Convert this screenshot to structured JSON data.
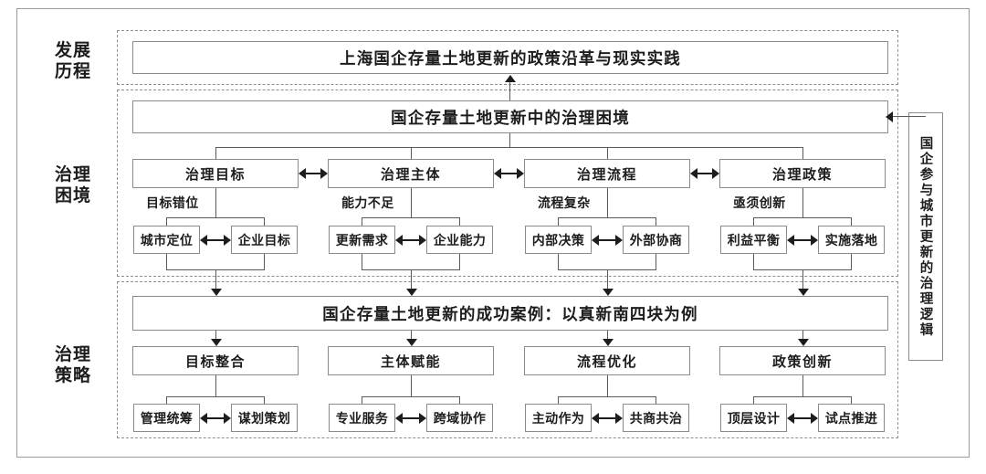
{
  "figure": {
    "stages": [
      {
        "id": "development",
        "label": "发展\n历程"
      },
      {
        "id": "dilemma",
        "label": "治理\n困境"
      },
      {
        "id": "strategy",
        "label": "治理\n策略"
      }
    ],
    "section_titles": {
      "development": "上海国企存量土地更新的政策沿革与现实实践",
      "dilemma": "国企存量土地更新中的治理困境",
      "strategy": "国企存量土地更新的成功案例：以真新南四块为例"
    },
    "dilemma_columns": [
      {
        "category": "治理目标",
        "caption": "目标错位",
        "leaves": [
          "城市定位",
          "企业目标"
        ]
      },
      {
        "category": "治理主体",
        "caption": "能力不足",
        "leaves": [
          "更新需求",
          "企业能力"
        ]
      },
      {
        "category": "治理流程",
        "caption": "流程复杂",
        "leaves": [
          "内部决策",
          "外部协商"
        ]
      },
      {
        "category": "治理政策",
        "caption": "亟须创新",
        "leaves": [
          "利益平衡",
          "实施落地"
        ]
      }
    ],
    "strategy_columns": [
      {
        "category": "目标整合",
        "leaves": [
          "管理统筹",
          "谋划策划"
        ]
      },
      {
        "category": "主体赋能",
        "leaves": [
          "专业服务",
          "跨域协作"
        ]
      },
      {
        "category": "流程优化",
        "leaves": [
          "主动作为",
          "共商共治"
        ]
      },
      {
        "category": "政策创新",
        "leaves": [
          "顶层设计",
          "试点推进"
        ]
      }
    ],
    "side_label": "国企参与城市更新的治理逻辑",
    "colors": {
      "frame": "#9a9a9a",
      "dashed": "#8e8e8e",
      "box_border": "#8b8b8b",
      "text": "#1d1d1d",
      "line": "#5a5a5a",
      "background": "#ffffff"
    }
  }
}
